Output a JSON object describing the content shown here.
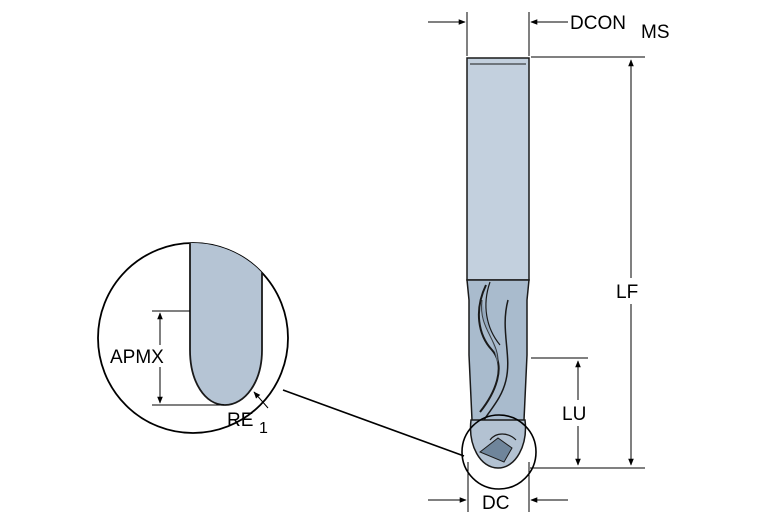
{
  "labels": {
    "dcon": "DCON",
    "dcon_sub": "MS",
    "lf": "LF",
    "lu": "LU",
    "dc": "DC",
    "apmx": "APMX",
    "re": "RE",
    "re_sub": "1"
  },
  "colors": {
    "tool_fill": "#b8c6d6",
    "tool_dark": "#9aadc0",
    "tool_light": "#d2dce7",
    "outline": "#1a1a1a"
  }
}
